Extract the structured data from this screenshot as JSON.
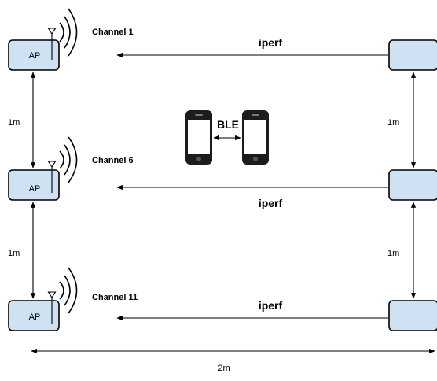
{
  "ap_label": "AP",
  "channels": [
    "Channel 1",
    "Channel 6",
    "Channel 11"
  ],
  "link_label": "iperf",
  "vertical_distance": "1m",
  "horizontal_distance": "2m",
  "ble_label": "BLE",
  "colors": {
    "box_fill": "#cfe2f3",
    "stroke": "#000000",
    "phone": "#1c1c1c"
  }
}
